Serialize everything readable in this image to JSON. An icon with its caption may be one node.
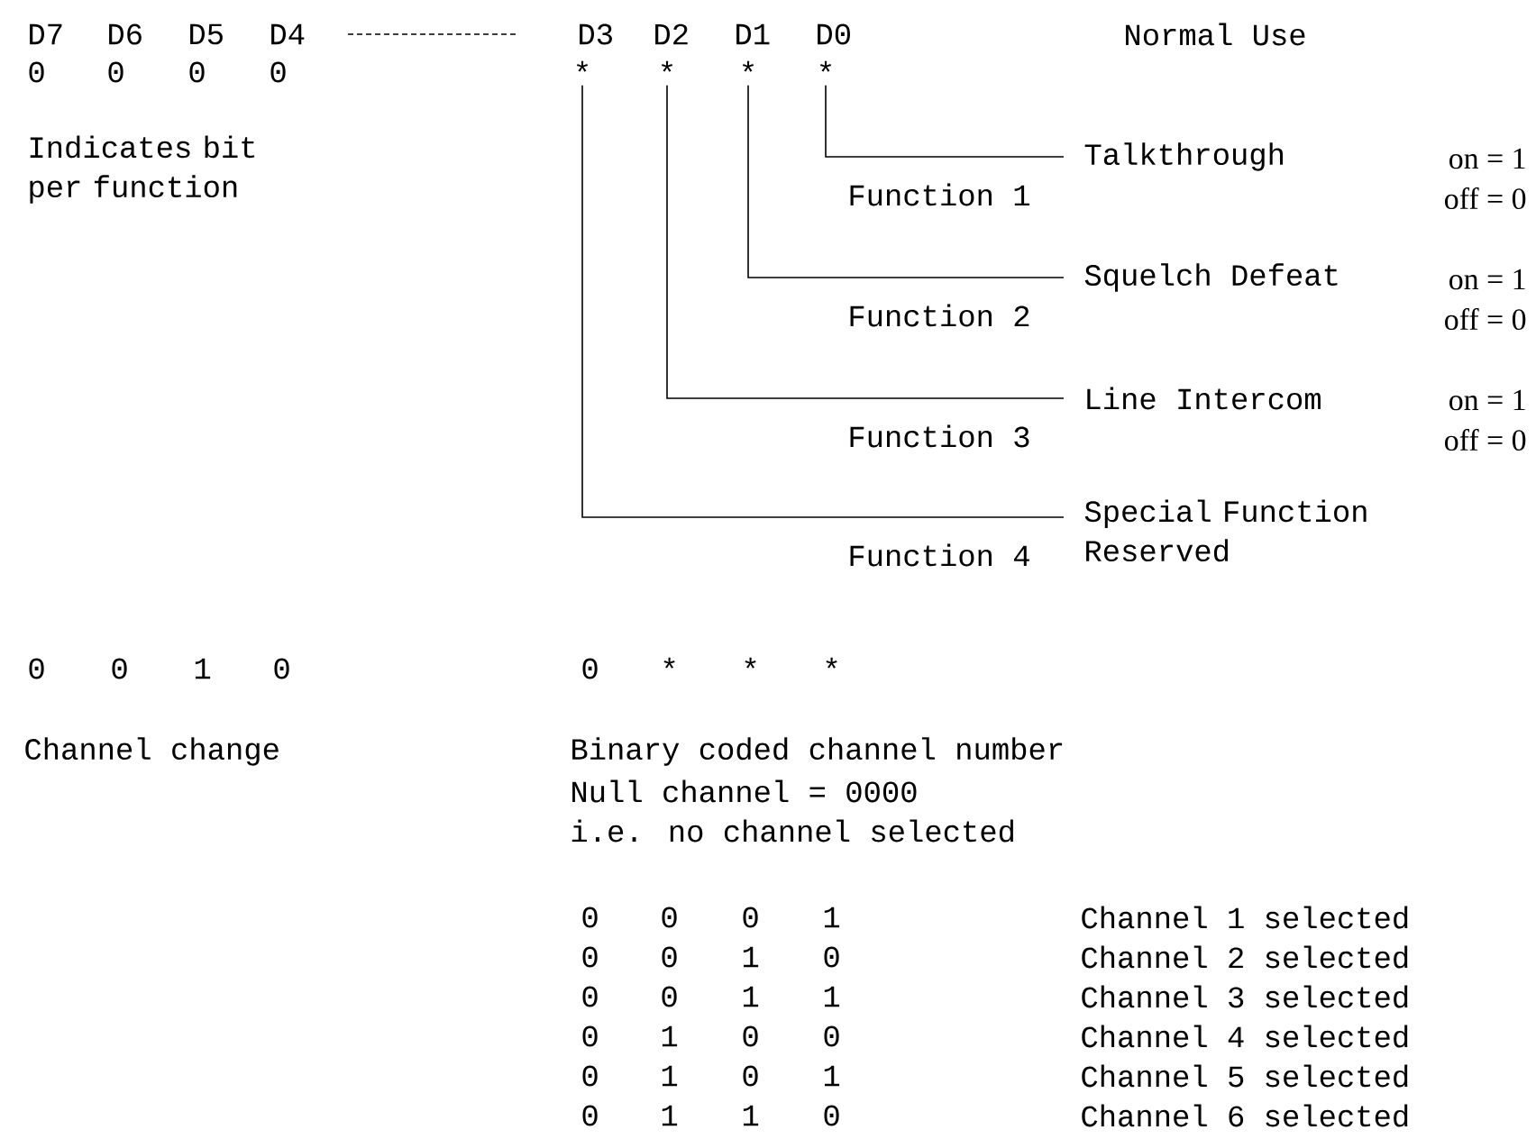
{
  "diagram": {
    "nodes": [
      {
        "text": [
          "*"
        ]
      },
      {
        "text": [
          "*"
        ]
      },
      {
        "text": [
          "*"
        ]
      },
      {
        "text": [
          "*"
        ]
      },
      {
        "text": [
          "Talkthrough"
        ]
      },
      {
        "text": [
          "Squelch Defeat"
        ]
      },
      {
        "text": [
          "Line Intercom"
        ]
      },
      {
        "text": [
          "Special Function Reserved"
        ]
      }
    ],
    "edges": [
      {
        "from": 3,
        "to": 4,
        "arrow": "none"
      },
      {
        "from": 2,
        "to": 5,
        "arrow": "none"
      },
      {
        "from": 1,
        "to": 6,
        "arrow": "none"
      },
      {
        "from": 0,
        "to": 7,
        "arrow": "none"
      }
    ],
    "labels": [
      "D7",
      "D6",
      "D5",
      "D4",
      "D3",
      "D2",
      "D1",
      "D0",
      "Normal Use",
      "0",
      "0",
      "0",
      "0",
      "Indicates bit per function",
      "on = 1",
      "Function 1",
      "off = 0",
      "on = 1",
      "Function 2",
      "off = 0",
      "on = 1",
      "Function 3",
      "off = 0",
      "Function 4",
      "0",
      "0",
      "1",
      "0",
      "0",
      "*",
      "*",
      "*",
      "Channel change",
      "Binary coded channel number",
      "Null channel = 0000",
      "i.e. no channel selected",
      "0",
      "0",
      "0",
      "1",
      "Channel 1 selected",
      "0",
      "0",
      "1",
      "0",
      "Channel 2 selected",
      "0",
      "0",
      "1",
      "1",
      "Channel 3 selected",
      "0",
      "1",
      "0",
      "0",
      "Channel 4 selected",
      "0",
      "1",
      "0",
      "1",
      "Channel 5 selected",
      "0",
      "1",
      "1",
      "0",
      "Channel 6 selected"
    ]
  }
}
